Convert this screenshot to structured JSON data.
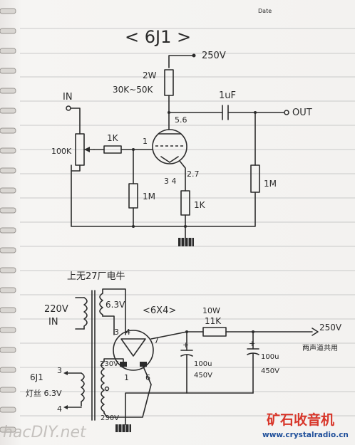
{
  "header": {
    "date_label": "Date"
  },
  "title": "< 6J1 >",
  "circuit1": {
    "supply": "250V",
    "r_plate_power": "2W",
    "r_plate_value": "30K~50K",
    "input_label": "IN",
    "pot_label": "100K",
    "grid_r": "1K",
    "grid_pin": "1",
    "plate_pins": "5.6",
    "cap_label": "1uF",
    "output_label": "OUT",
    "grid_leak": "1M",
    "heater_pins": "3 4",
    "cathode_pins": "2.7",
    "cathode_r": "1K",
    "output_r": "1M"
  },
  "circuit2": {
    "transformer_label": "上无27厂电牛",
    "mains_v": "220V",
    "mains_in": "IN",
    "sec_63": "6.3V",
    "tube_label": "<6X4>",
    "r_power": "10W",
    "r_value": "11K",
    "out_v": "250V",
    "out_note": "两声道共用",
    "pin3": "3",
    "pin4": "4",
    "pin7": "7",
    "pin1": "1",
    "pin6": "6",
    "cap1_v": "100u",
    "cap1_rating": "450V",
    "cap2_v": "100u",
    "cap2_rating": "450V",
    "sec_230a": "230V",
    "sec_230b": "230V",
    "heater_label1": "6J1",
    "heater_label2": "灯丝 6.3V",
    "hpin3": "3",
    "hpin4": "4",
    "plus1": "+",
    "plus2": "+"
  },
  "watermarks": {
    "site_cn": "矿石收音机",
    "site_url": "www.crystalradio.cn",
    "logo": "hacDIY.net"
  }
}
